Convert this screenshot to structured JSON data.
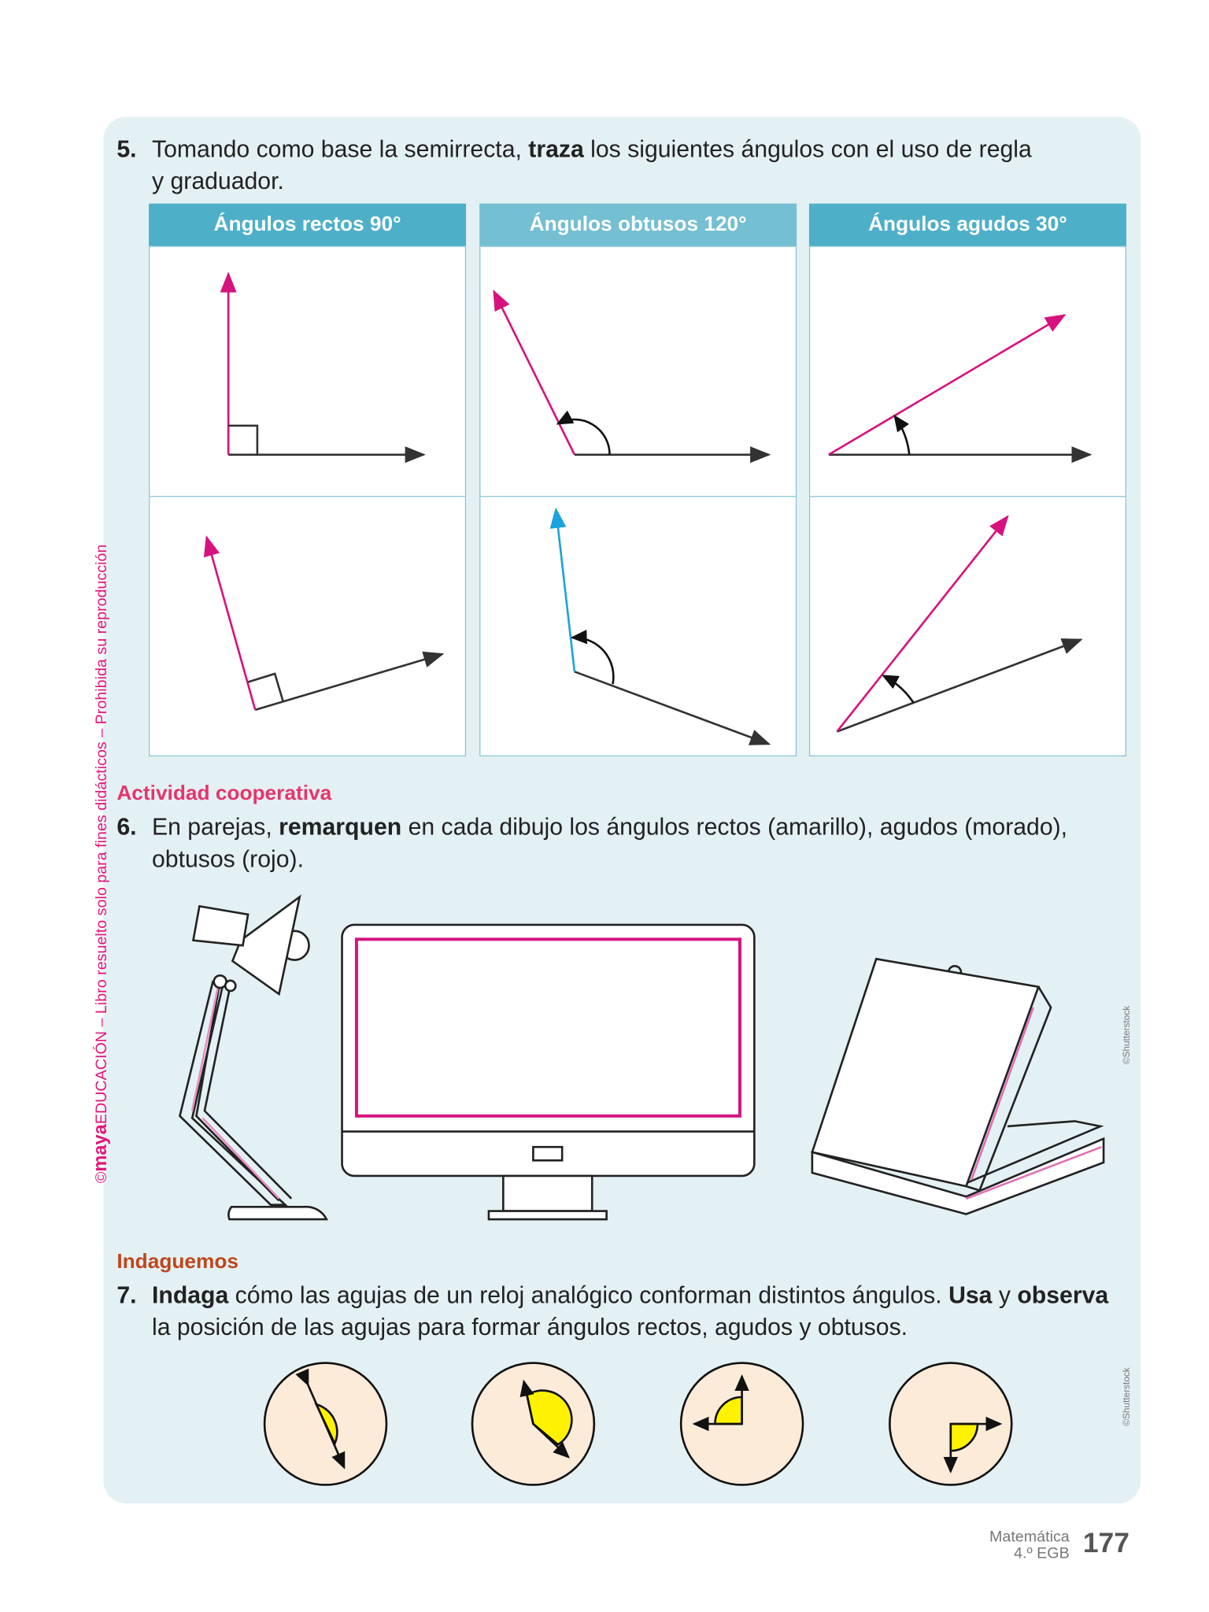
{
  "sidebar_notice": {
    "brand": "maya",
    "copyright": "©",
    "prefix": "EDUCACIÓN",
    "text": " – Libro resuelto solo para fines didácticos – Prohibida su reproducción"
  },
  "q5": {
    "number": "5.",
    "before": "Tomando como base la semirrecta, ",
    "bold": "traza",
    "after": " los siguientes ángulos con el uso de regla",
    "line2": "y graduador."
  },
  "table": {
    "headers": [
      "Ángulos rectos 90°",
      "Ángulos obtusos 120°",
      "Ángulos agudos 30°"
    ],
    "header_colors": [
      "#4eafc9",
      "#74bfd1",
      "#4eafc9"
    ]
  },
  "section_coop": "Actividad cooperativa",
  "q6": {
    "number": "6.",
    "before": "En parejas, ",
    "bold": "remarquen",
    "after": " en cada dibujo los ángulos rectos (amarillo), agudos (morado),",
    "line2": "obtusos (rojo)."
  },
  "credits": [
    "©Shutterstock",
    "©Shutterstock"
  ],
  "section_inq": "Indaguemos",
  "q7": {
    "number": "7.",
    "bold1": "Indaga",
    "mid1": " cómo las agujas de un reloj analógico conforman distintos ángulos. ",
    "bold2": "Usa",
    "mid2": " y ",
    "bold3": "observa",
    "line2": "la posición de las agujas para formar ángulos rectos, agudos y obtusos."
  },
  "footer": {
    "subject": "Matemática",
    "grade": "4.º EGB",
    "page": "177"
  },
  "colors": {
    "accent": "#d6127f",
    "ray": "#333333",
    "cyan": "#1aa3dc",
    "yellow": "#fff200"
  }
}
